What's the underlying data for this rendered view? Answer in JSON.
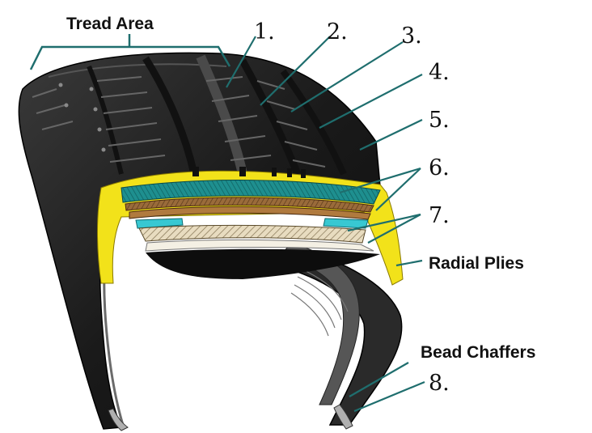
{
  "labels": {
    "tread_area": "Tread Area",
    "radial_plies": "Radial Plies",
    "bead_chaffers": "Bead Chaffers",
    "n1": "1.",
    "n2": "2.",
    "n3": "3.",
    "n4": "4.",
    "n5": "5.",
    "n6": "6.",
    "n7": "7.",
    "n8": "8."
  },
  "colors": {
    "rubber": "#1b1b1b",
    "rubber_light": "#4a4a4a",
    "ply_yellow": "#f2e21a",
    "teal_belt": "#1e8f8f",
    "cyan_cap": "#38c8d2",
    "brown_belt": "#9a6b3a",
    "cream_liner": "#e7dcc0",
    "leader": "#1f6e6e"
  }
}
